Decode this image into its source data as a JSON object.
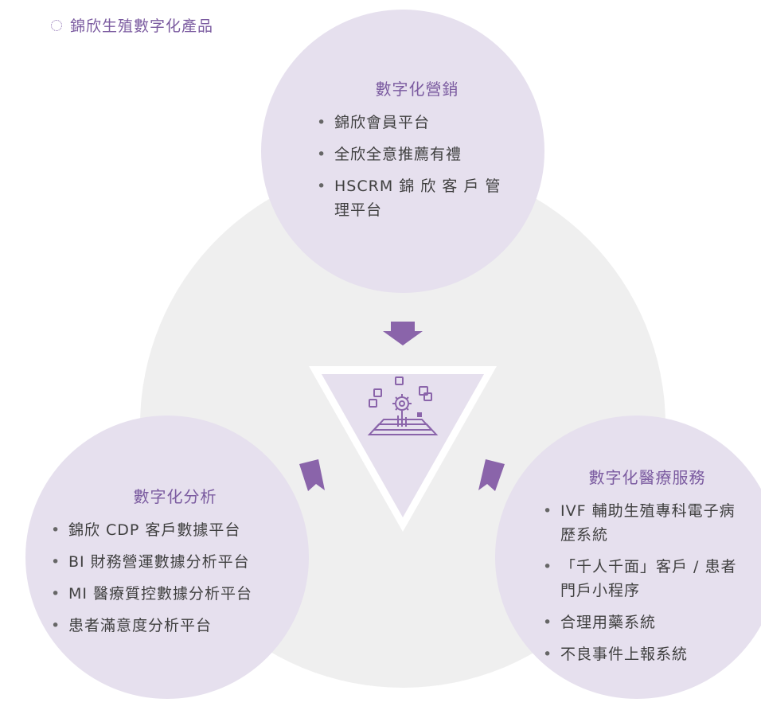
{
  "title": "錦欣生殖數字化產品",
  "colors": {
    "circle": "#e6e0ee",
    "background_ring": "#efefef",
    "arrow": "#8a64aa",
    "heading": "#7b5ba0",
    "text": "#3f3f3f"
  },
  "center_icon": "gears-platform-icon",
  "sections": {
    "marketing": {
      "heading": "數字化營銷",
      "items": [
        "錦欣會員平台",
        "全欣全意推薦有禮",
        "HSCRM 錦 欣 客 戶 管理平台"
      ]
    },
    "analytics": {
      "heading": "數字化分析",
      "items": [
        "錦欣 CDP 客戶數據平台",
        "BI 財務營運數據分析平台",
        "MI 醫療質控數據分析平台",
        "患者滿意度分析平台"
      ]
    },
    "medical": {
      "heading": "數字化醫療服務",
      "items": [
        "IVF 輔助生殖專科電子病歷系統",
        "「千人千面」客戶 / 患者門戶小程序",
        "合理用藥系統",
        "不良事件上報系統"
      ]
    }
  }
}
